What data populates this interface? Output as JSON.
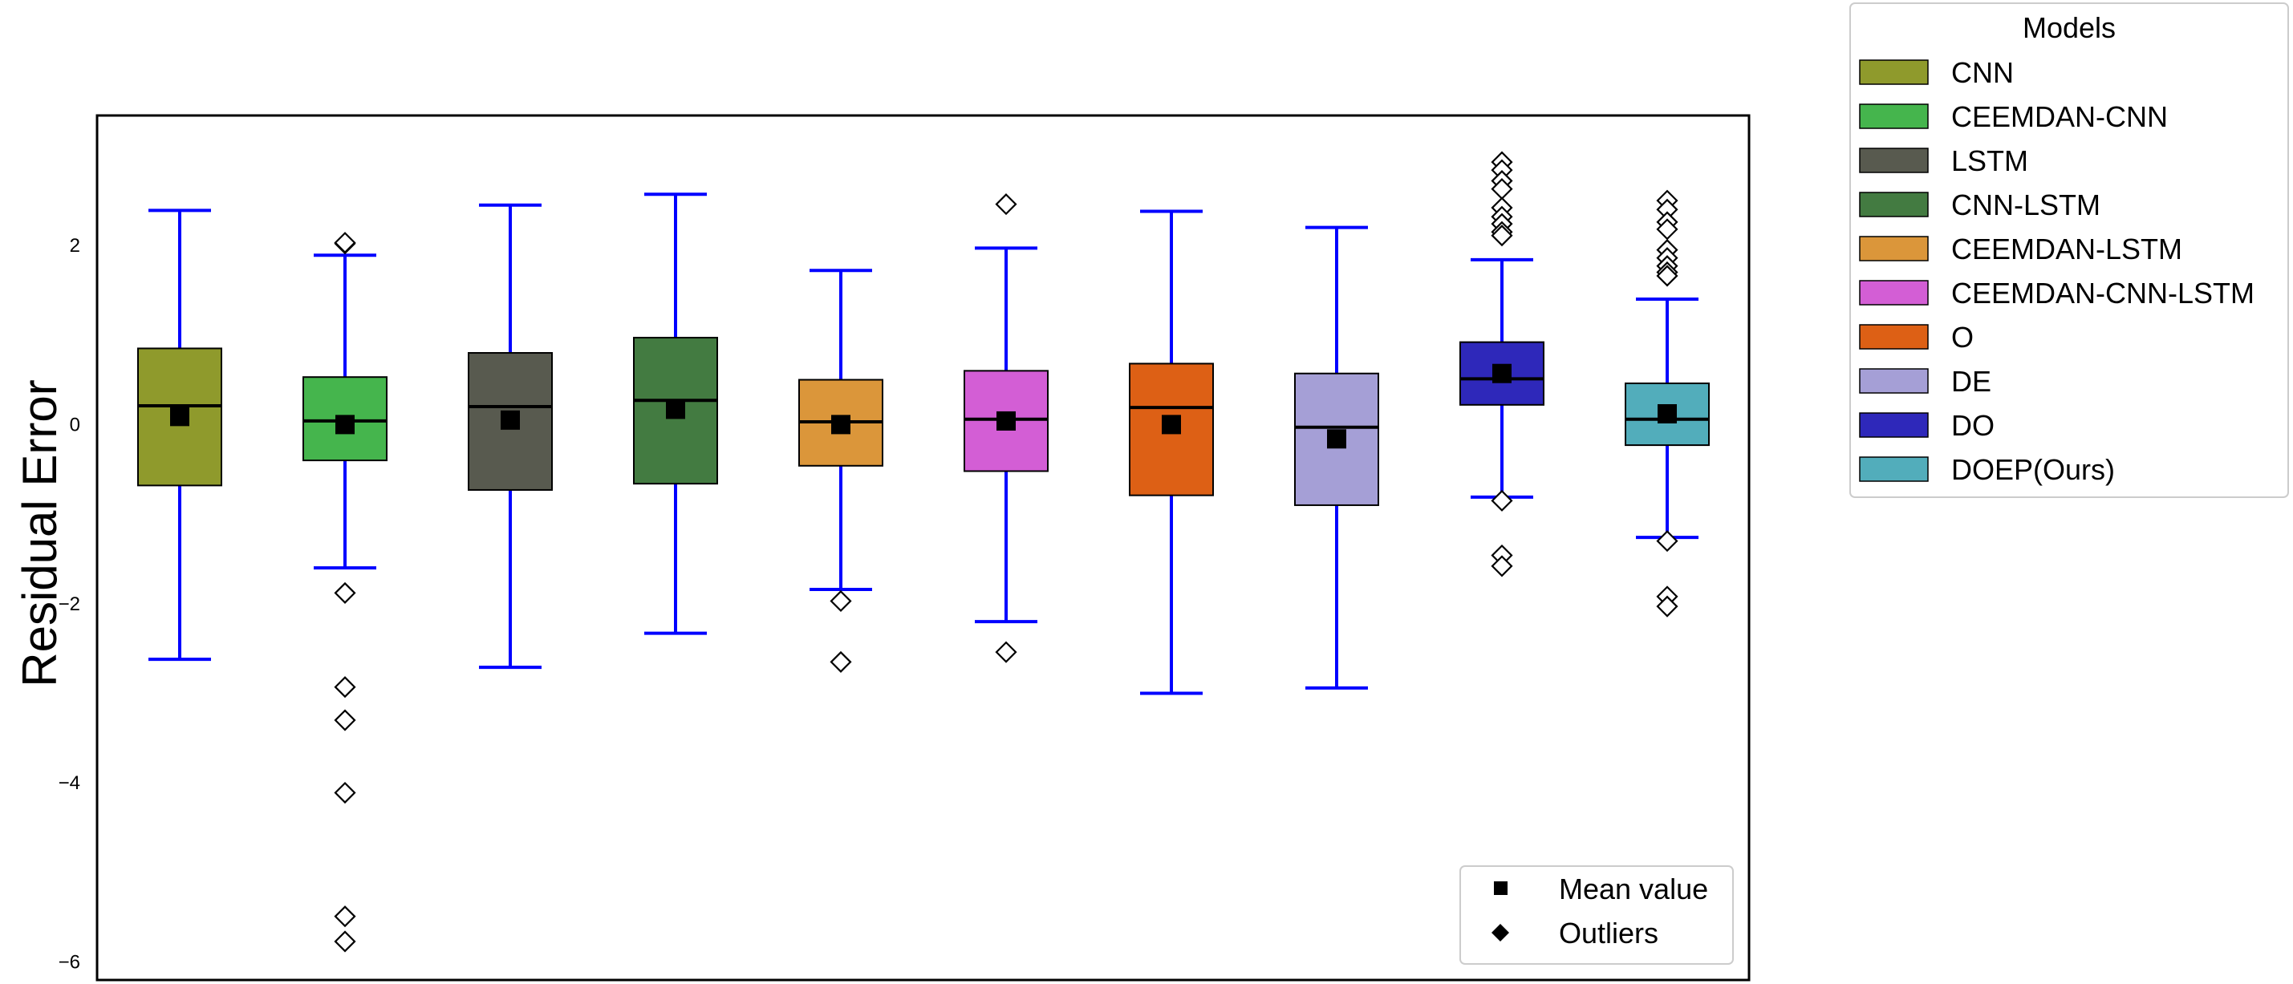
{
  "chart_data": {
    "type": "boxplot",
    "title": "",
    "xlabel": "",
    "ylabel": "Residual Error",
    "ylim": [
      -6.2,
      3.45
    ],
    "yticks": [
      2,
      0,
      -2,
      -4,
      -6
    ],
    "ytick_labels": [
      "2",
      "0",
      "−2",
      "−4",
      "−6"
    ],
    "whisker_color": "#0000ff",
    "median_color": "#000000",
    "mean_marker_color": "#000000",
    "series": [
      {
        "name": "CNN",
        "color": "#8f9a2c",
        "q1": -0.68,
        "median": 0.21,
        "q3": 0.85,
        "whisker_low": -2.62,
        "whisker_high": 2.39,
        "mean": 0.09,
        "outliers": []
      },
      {
        "name": "CEEMDAN-CNN",
        "color": "#45b54d",
        "q1": -0.4,
        "median": 0.04,
        "q3": 0.53,
        "whisker_low": -1.6,
        "whisker_high": 1.89,
        "mean": 0.0,
        "outliers": [
          2.02,
          2.03,
          -1.88,
          -2.93,
          -3.3,
          -4.11,
          -5.49,
          -5.77
        ]
      },
      {
        "name": "LSTM",
        "color": "#585a4f",
        "q1": -0.73,
        "median": 0.2,
        "q3": 0.8,
        "whisker_low": -2.71,
        "whisker_high": 2.45,
        "mean": 0.05,
        "outliers": []
      },
      {
        "name": "CNN-LSTM",
        "color": "#437b41",
        "q1": -0.66,
        "median": 0.27,
        "q3": 0.97,
        "whisker_low": -2.33,
        "whisker_high": 2.57,
        "mean": 0.17,
        "outliers": []
      },
      {
        "name": "CEEMDAN-LSTM",
        "color": "#db963a",
        "q1": -0.46,
        "median": 0.03,
        "q3": 0.5,
        "whisker_low": -1.84,
        "whisker_high": 1.72,
        "mean": 0.0,
        "outliers": [
          -1.97,
          -2.65
        ]
      },
      {
        "name": "CEEMDAN-CNN-LSTM",
        "color": "#d35ed5",
        "q1": -0.52,
        "median": 0.06,
        "q3": 0.6,
        "whisker_low": -2.2,
        "whisker_high": 1.97,
        "mean": 0.04,
        "outliers": [
          2.46,
          -2.54
        ]
      },
      {
        "name": "O",
        "color": "#dd6015",
        "q1": -0.79,
        "median": 0.19,
        "q3": 0.68,
        "whisker_low": -3.0,
        "whisker_high": 2.38,
        "mean": 0.0,
        "outliers": []
      },
      {
        "name": "DE",
        "color": "#a59fd6",
        "q1": -0.9,
        "median": -0.03,
        "q3": 0.57,
        "whisker_low": -2.94,
        "whisker_high": 2.2,
        "mean": -0.16,
        "outliers": []
      },
      {
        "name": "DO",
        "color": "#2e28ba",
        "q1": 0.22,
        "median": 0.51,
        "q3": 0.92,
        "whisker_low": -0.81,
        "whisker_high": 1.84,
        "mean": 0.57,
        "outliers": [
          2.93,
          2.84,
          2.72,
          2.63,
          2.42,
          2.32,
          2.24,
          2.15,
          2.11,
          -0.85,
          -1.46,
          -1.58
        ]
      },
      {
        "name": "DOEP(Ours)",
        "color": "#52adbb",
        "q1": -0.23,
        "median": 0.06,
        "q3": 0.46,
        "whisker_low": -1.26,
        "whisker_high": 1.4,
        "mean": 0.12,
        "outliers": [
          2.5,
          2.4,
          2.26,
          2.18,
          1.95,
          1.86,
          1.77,
          1.7,
          1.66,
          -1.3,
          -1.92,
          -2.03
        ]
      }
    ]
  },
  "legend": {
    "title": "Models"
  },
  "inner_legend": {
    "mean_label": "Mean value",
    "outlier_label": "Outliers"
  }
}
